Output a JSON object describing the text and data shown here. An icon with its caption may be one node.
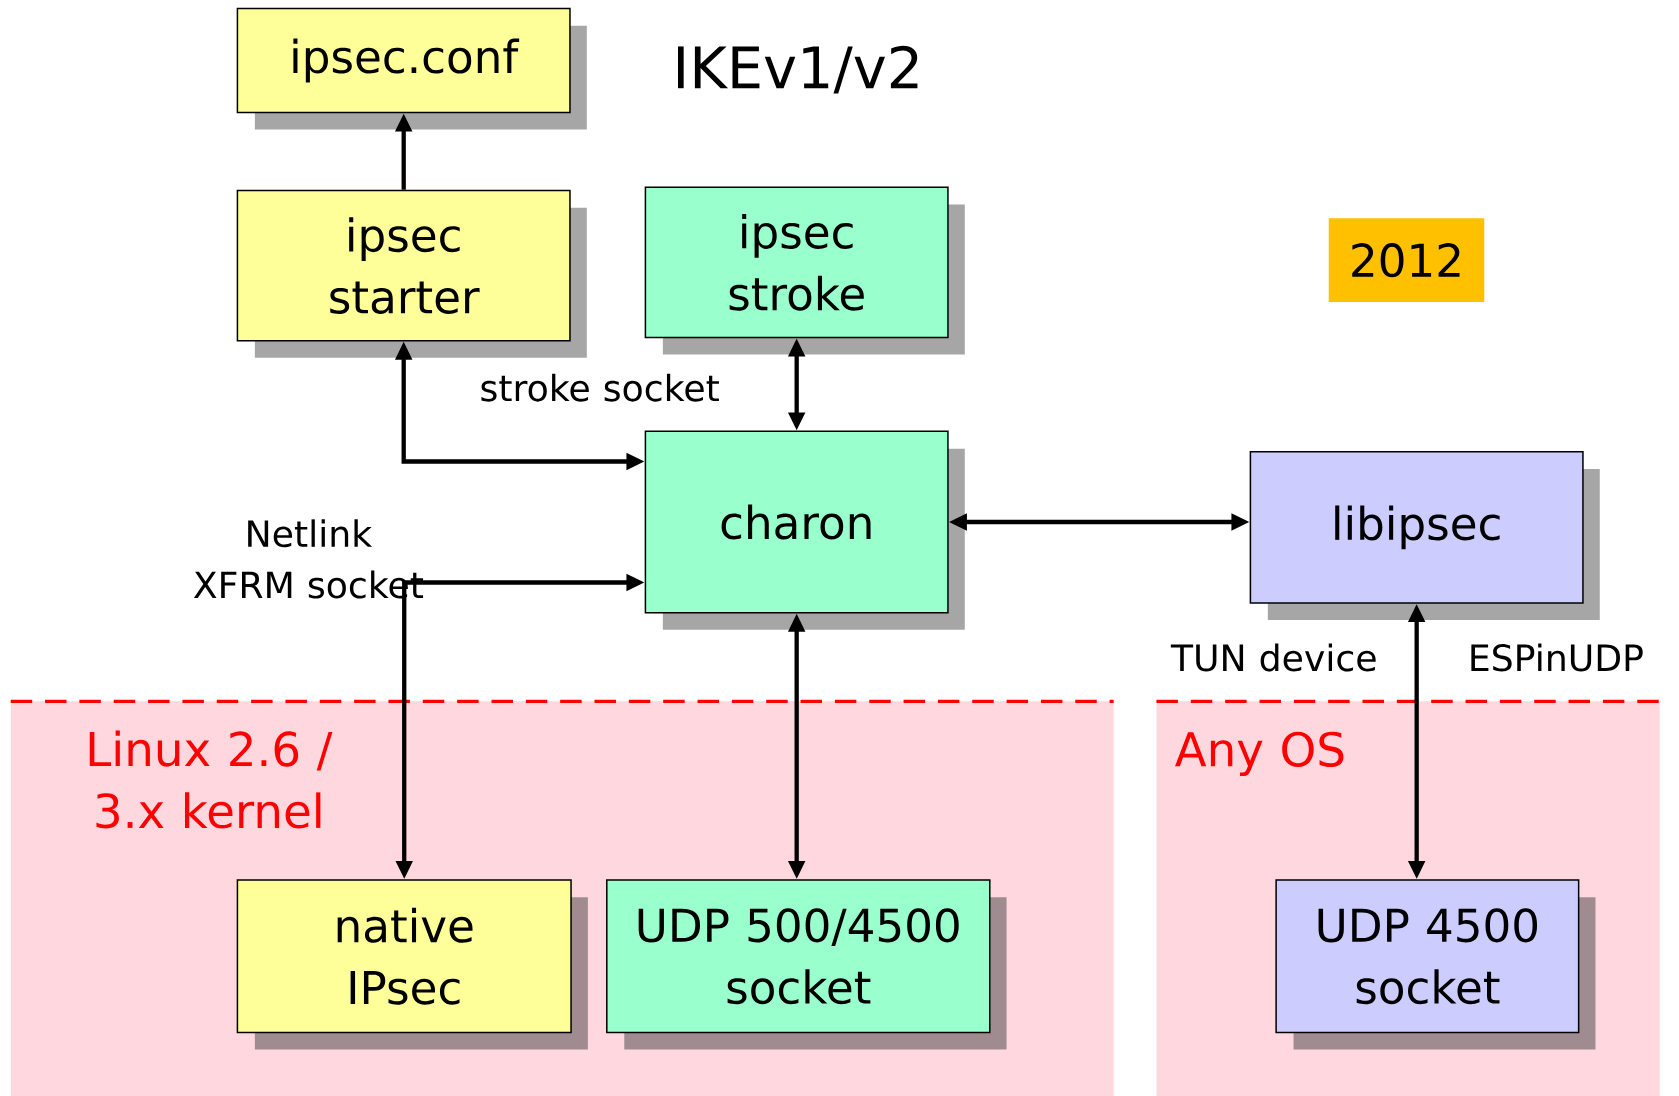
{
  "diagram": {
    "title": "IKEv1/v2",
    "nodes": [
      {
        "text": [
          "ipsec.conf"
        ]
      },
      {
        "text": [
          "ipsec starter"
        ]
      },
      {
        "text": [
          "ipsec stroke"
        ]
      },
      {
        "text": [
          "2012"
        ]
      },
      {
        "text": [
          "charon"
        ]
      },
      {
        "text": [
          "libipsec"
        ]
      },
      {
        "text": [
          "Linux 2.6 / 3.x kernel"
        ]
      },
      {
        "text": [
          "native IPsec"
        ],
        "in": 6
      },
      {
        "text": [
          "UDP 500/4500 socket"
        ],
        "in": 6
      },
      {
        "text": [
          "Any OS"
        ]
      },
      {
        "text": [
          "UDP 4500 socket"
        ],
        "in": 9
      }
    ],
    "edges": [
      {
        "from": 1,
        "to": 0,
        "arrow": "to"
      },
      {
        "from": 1,
        "to": 4,
        "arrow": "both"
      },
      {
        "from": 2,
        "to": 4,
        "arrow": "both"
      },
      {
        "from": 4,
        "to": 5,
        "arrow": "both"
      },
      {
        "from": 4,
        "to": 7,
        "arrow": "both"
      },
      {
        "from": 4,
        "to": 8,
        "arrow": "both"
      },
      {
        "from": 5,
        "to": 10,
        "arrow": "both"
      }
    ],
    "labels": [
      "stroke socket",
      "Netlink XFRM socket",
      "TUN device",
      "ESPinUDP"
    ]
  }
}
